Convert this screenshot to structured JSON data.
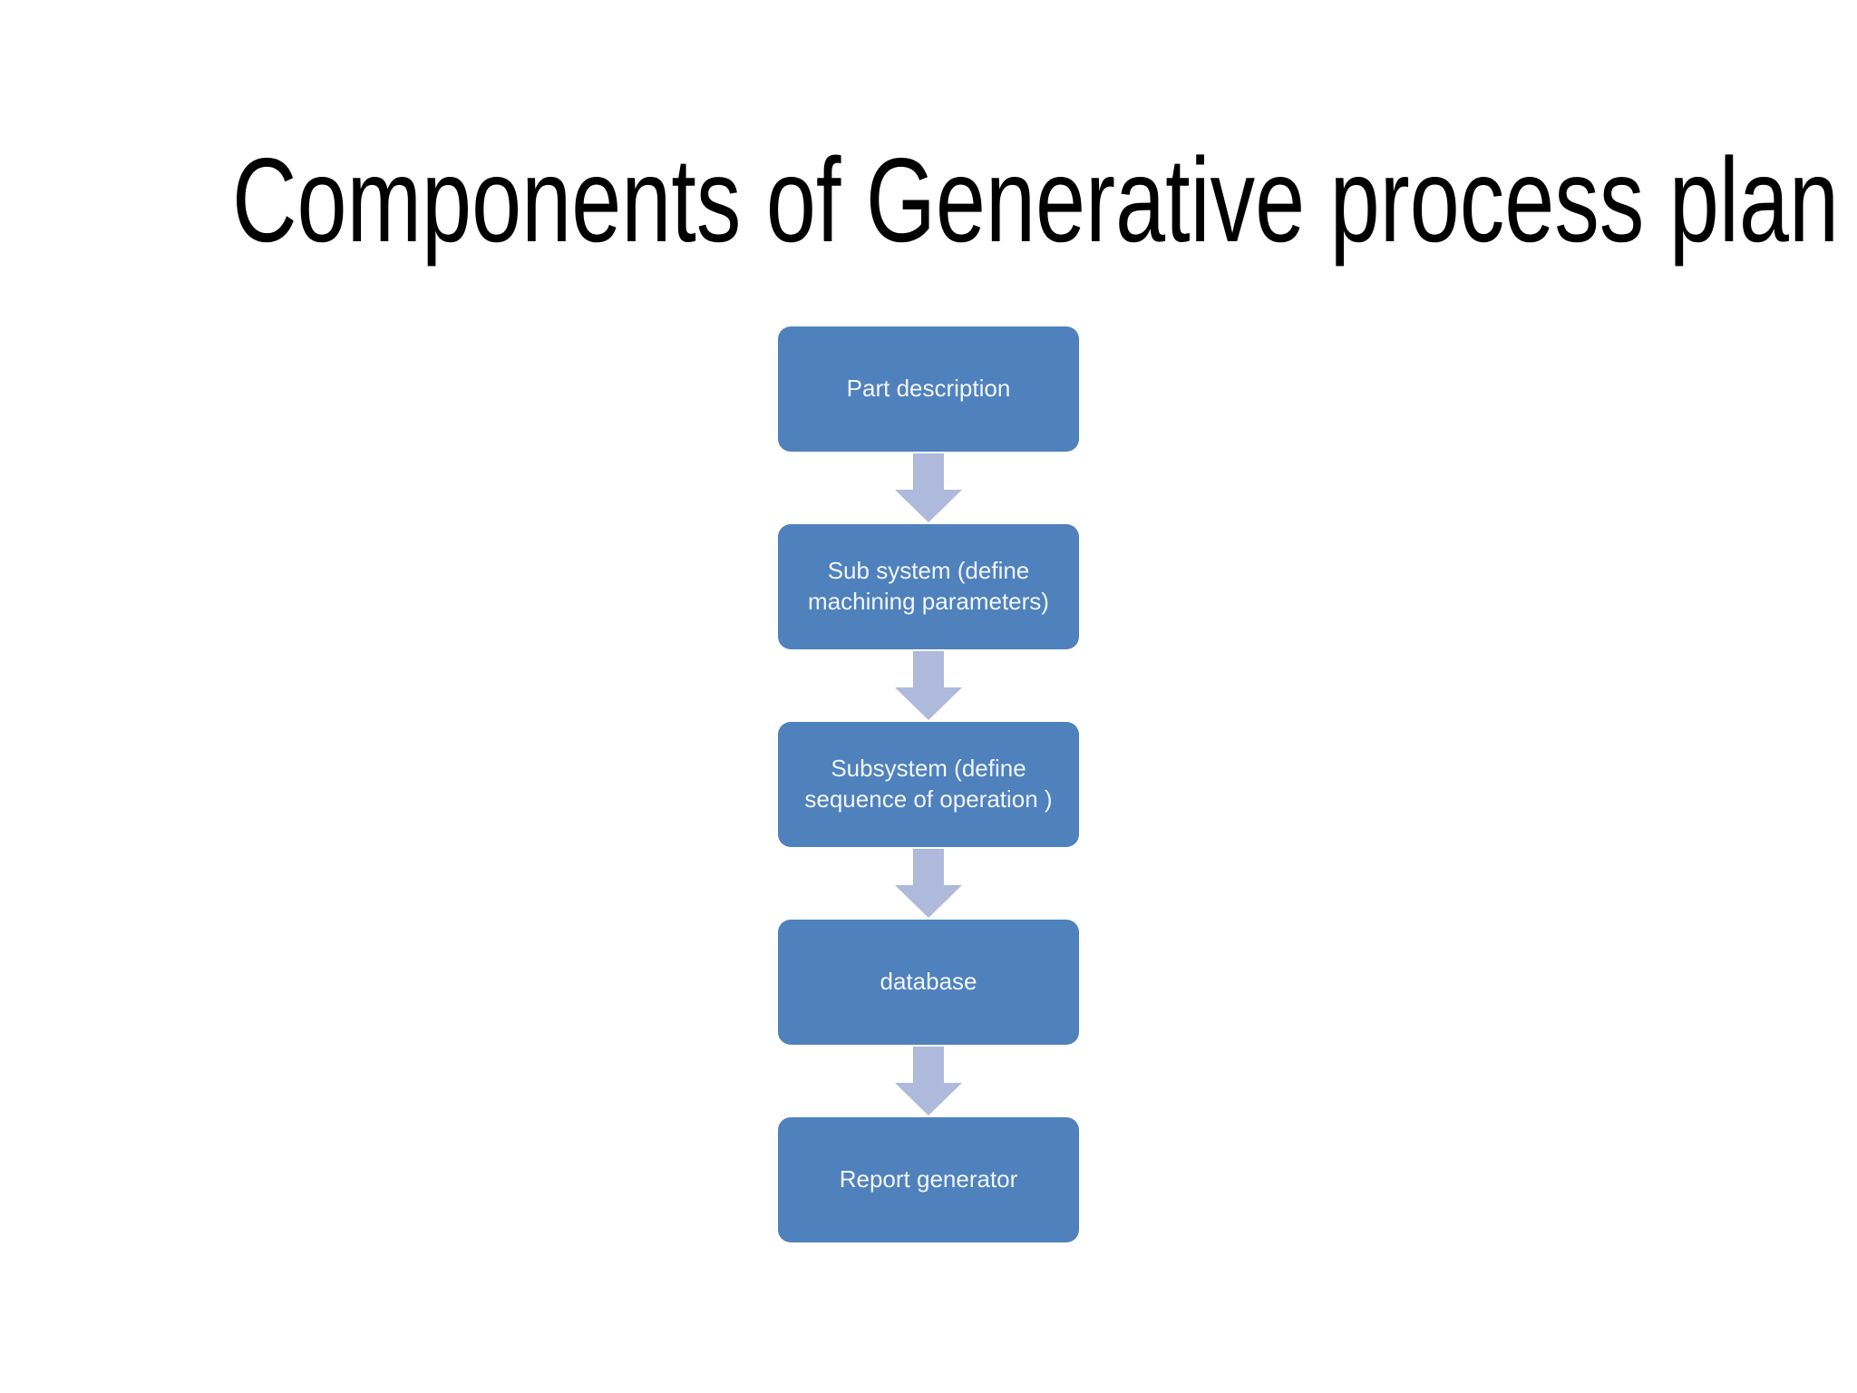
{
  "slide": {
    "title": "Components of Generative process plan"
  },
  "flow": {
    "steps": [
      {
        "label": "Part description"
      },
      {
        "label": "Sub system (define machining parameters)"
      },
      {
        "label": "Subsystem  (define sequence of operation )"
      },
      {
        "label": "database"
      },
      {
        "label": "Report generator"
      }
    ],
    "connector": "down-arrow"
  },
  "colors": {
    "background": "#FFFFFF",
    "title_text": "#000000",
    "box_fill": "#4F81BD",
    "box_text": "#F2F6FB",
    "arrow_fill": "#AEB9DB"
  }
}
